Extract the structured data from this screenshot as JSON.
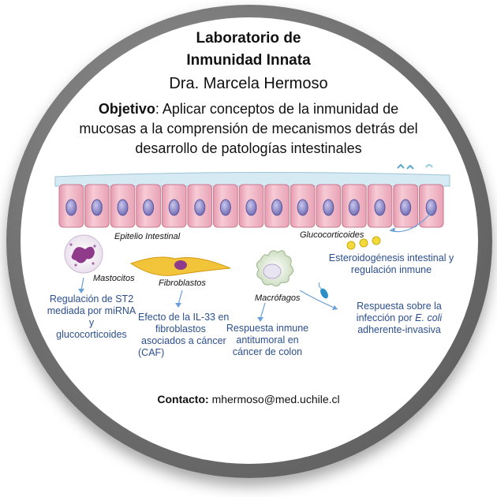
{
  "header": {
    "title_line1": "Laboratorio de",
    "title_line2": "Inmunidad Innata",
    "director": "Dra.  Marcela Hermoso"
  },
  "objective": {
    "label": "Objetivo",
    "line1": ": Aplicar conceptos de la inmunidad de",
    "line2": "mucosas a la comprensión de mecanismos detrás del",
    "line3": "desarrollo de patologías intestinales"
  },
  "diagram": {
    "epithelium_label": "Epitelio Intestinal",
    "glucocorticoids_label": "Glucocorticoides",
    "mastocitos_label": "Mastocitos",
    "fibroblastos_label": "Fibroblastos",
    "macrofagos_label": "Macrófagos",
    "steroid_text": "Esteroidogénesis intestinal y regulación inmune",
    "st2_line1": "Regulación de ST2",
    "st2_line2": "mediada por miRNA y",
    "st2_line3": "glucocorticoides",
    "il33_line1": "Efecto de la IL-33 en",
    "il33_line2": "fibroblastos",
    "il33_line3": "asociados a cáncer",
    "il33_line4": "(CAF)",
    "antitumor_line1": "Respuesta inmune",
    "antitumor_line2": "antitumoral en",
    "antitumor_line3": "cáncer de colon",
    "ecoli_line1": "Respuesta sobre la",
    "ecoli_line2_pre": "infección por ",
    "ecoli_line2_em": "E. coli",
    "ecoli_line3": "adherente-invasiva",
    "colors": {
      "text_blue": "#2b4f8e",
      "cell_pink": "#f0b6c4",
      "nucleus": "#8a86c4",
      "lumen": "#cfe6f0"
    },
    "icons": [
      "mast-cell-icon",
      "fibroblast-icon",
      "macrophage-icon",
      "bacterium-icon",
      "glucocorticoid-icon"
    ]
  },
  "contact": {
    "label": "Contacto:",
    "email": " mhermoso@med.uchile.cl"
  }
}
